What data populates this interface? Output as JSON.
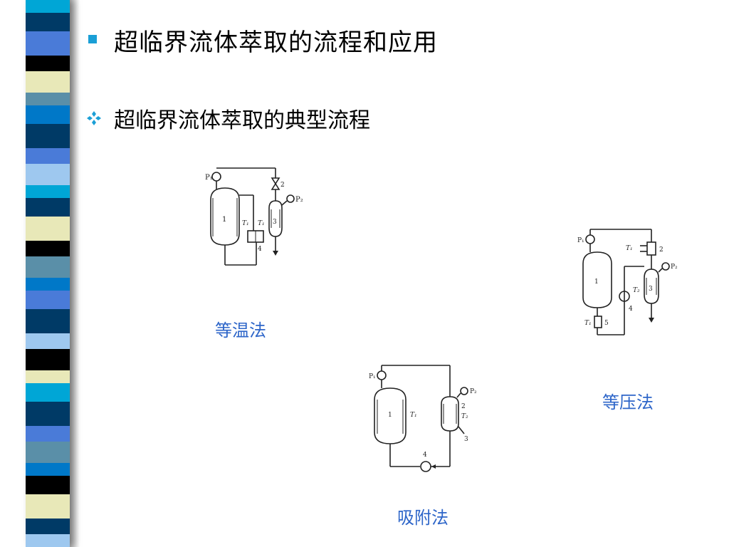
{
  "slide": {
    "title": "超临界流体萃取的流程和应用",
    "subtitle": "超临界流体萃取的典型流程"
  },
  "colors": {
    "bullet": "#1a9fd6",
    "caption": "#2e66c9",
    "stripes": [
      "#00a6d6",
      "#003a66",
      "#4a7bd8",
      "#000000",
      "#e8e8b8",
      "#5a8fa8",
      "#0078c8",
      "#9ec8ef"
    ]
  },
  "diagrams": {
    "isothermal": {
      "caption": "等温法",
      "labels": {
        "p1": "P₁",
        "p2": "P₂",
        "t1": "T₁",
        "t2": "T₁",
        "v1": "1",
        "v2": "2",
        "v3": "3",
        "v4": "4"
      }
    },
    "isobaric": {
      "caption": "等压法",
      "labels": {
        "p1": "P₁",
        "p2": "P₂",
        "t1": "T₁",
        "t2": "T₂",
        "t3": "T₁",
        "v1": "1",
        "v2": "2",
        "v3": "3",
        "v4": "4",
        "v5": "5"
      }
    },
    "adsorption": {
      "caption": "吸附法",
      "labels": {
        "p1": "P₁",
        "p2": "P₂",
        "t1": "T₁",
        "t2": "T₂",
        "v1": "1",
        "v2": "2",
        "v3": "3",
        "v4": "4"
      }
    }
  }
}
